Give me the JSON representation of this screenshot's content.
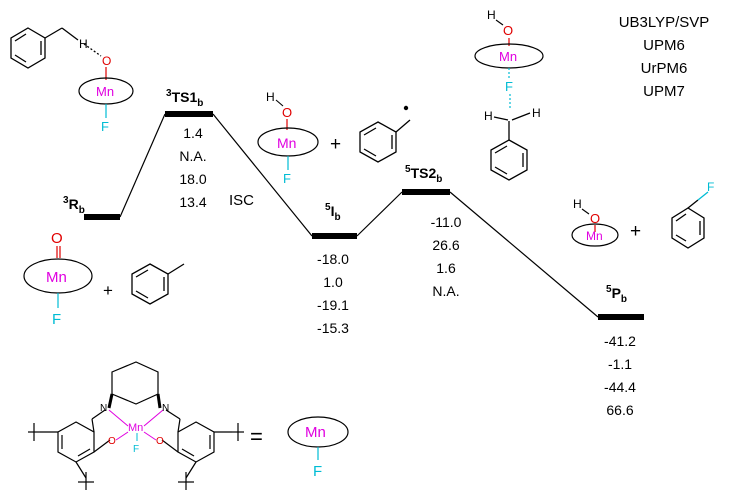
{
  "methods": [
    "UB3LYP/SVP",
    "UPM6",
    "UrPM6",
    "UPM7"
  ],
  "atoms": {
    "mn": "Mn",
    "o": "O",
    "f": "F",
    "h": "H",
    "n": "N"
  },
  "operators": {
    "plus": "+",
    "equals": "="
  },
  "isc_label": "ISC",
  "levels": [
    {
      "sup": "3",
      "main": "R",
      "sub": "b",
      "values": []
    },
    {
      "sup": "3",
      "main": "TS1",
      "sub": "b",
      "values": [
        "1.4",
        "N.A.",
        "18.0",
        "13.4"
      ]
    },
    {
      "sup": "5",
      "main": "I",
      "sub": "b",
      "values": [
        "-18.0",
        "1.0",
        "-19.1",
        "-15.3"
      ]
    },
    {
      "sup": "5",
      "main": "TS2",
      "sub": "b",
      "values": [
        "-11.0",
        "26.6",
        "1.6",
        "N.A."
      ]
    },
    {
      "sup": "5",
      "main": "P",
      "sub": "b",
      "values": [
        "-41.2",
        "-1.1",
        "-44.4",
        "66.6"
      ]
    }
  ]
}
